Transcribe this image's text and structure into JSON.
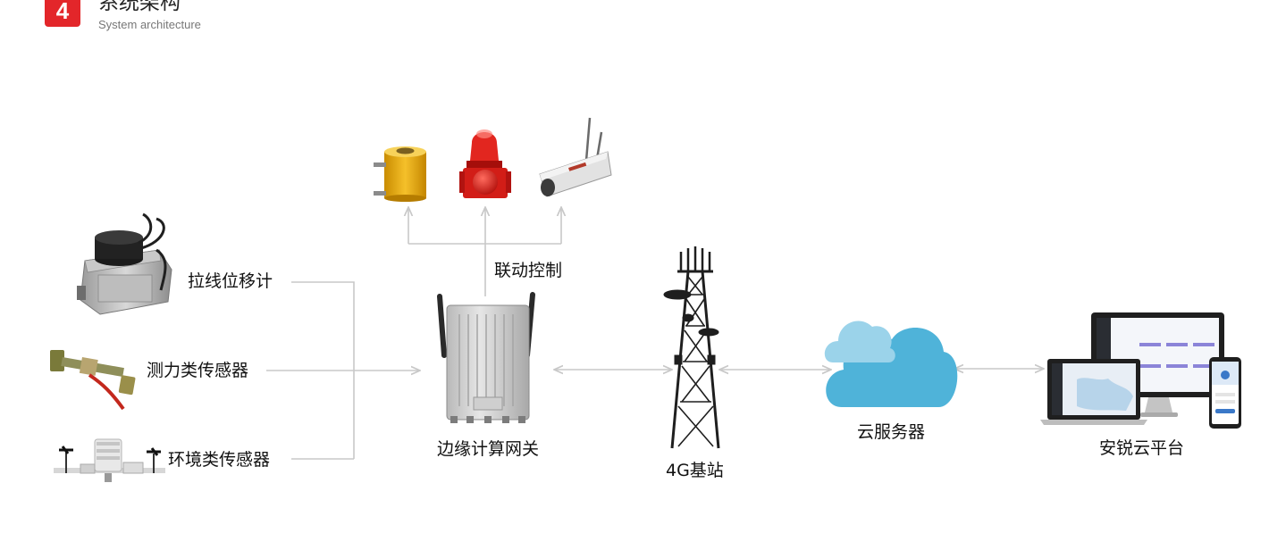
{
  "header": {
    "section_number": "4",
    "title": "系统架构",
    "subtitle": "System architecture"
  },
  "sensors": [
    {
      "label": "拉线位移计"
    },
    {
      "label": "测力类传感器"
    },
    {
      "label": "环境类传感器"
    }
  ],
  "actuators": [
    {
      "icon": "hydraulic-jack"
    },
    {
      "icon": "alarm-siren"
    },
    {
      "icon": "surveillance-camera"
    }
  ],
  "linkage_label": "联动控制",
  "nodes": {
    "gateway": "边缘计算网关",
    "base_station": "4G基站",
    "cloud_server": "云服务器",
    "platform": "安锐云平台"
  },
  "colors": {
    "accent": "#e3262a",
    "connector": "#c8c8c8",
    "cloud_front": "#4fb3d9",
    "cloud_back": "#9bd3ea"
  }
}
